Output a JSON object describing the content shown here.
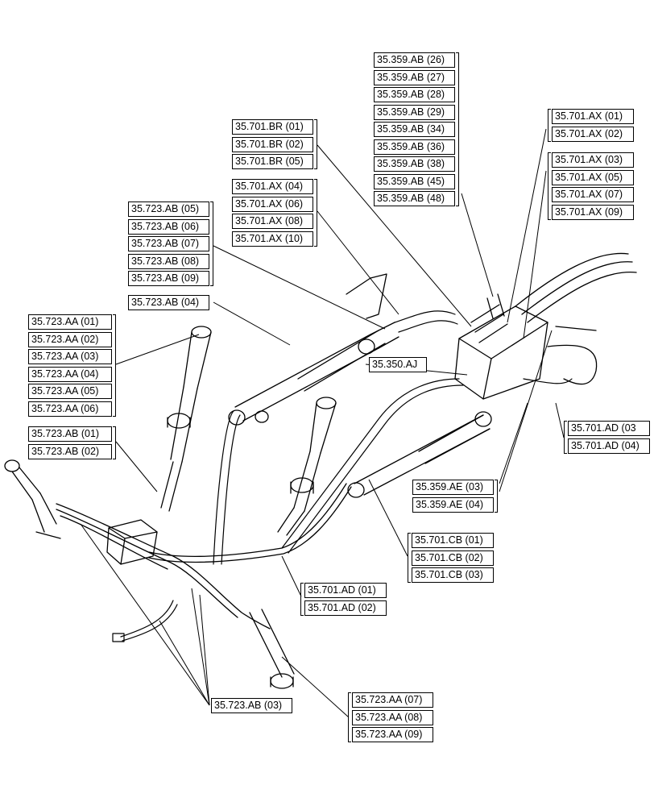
{
  "diagram": {
    "groups": [
      {
        "id": "g_359ab",
        "labels": [
          "35.359.AB (26)",
          "35.359.AB (27)",
          "35.359.AB (28)",
          "35.359.AB (29)",
          "35.359.AB (34)",
          "35.359.AB (36)",
          "35.359.AB (38)",
          "35.359.AB (45)",
          "35.359.AB (48)"
        ]
      },
      {
        "id": "g_701ax_a",
        "labels": [
          "35.701.AX (01)",
          "35.701.AX (02)"
        ]
      },
      {
        "id": "g_701ax_b",
        "labels": [
          "35.701.AX (03)",
          "35.701.AX (05)",
          "35.701.AX (07)",
          "35.701.AX (09)"
        ]
      },
      {
        "id": "g_701br",
        "labels": [
          "35.701.BR (01)",
          "35.701.BR (02)",
          "35.701.BR (05)"
        ]
      },
      {
        "id": "g_701ax_c",
        "labels": [
          "35.701.AX (04)",
          "35.701.AX (06)",
          "35.701.AX (08)",
          "35.701.AX (10)"
        ]
      },
      {
        "id": "g_723ab_a",
        "labels": [
          "35.723.AB (05)",
          "35.723.AB (06)",
          "35.723.AB (07)",
          "35.723.AB (08)",
          "35.723.AB (09)"
        ]
      },
      {
        "id": "g_723ab_04",
        "labels": [
          "35.723.AB (04)"
        ]
      },
      {
        "id": "g_723aa_a",
        "labels": [
          "35.723.AA (01)",
          "35.723.AA (02)",
          "35.723.AA (03)",
          "35.723.AA (04)",
          "35.723.AA (05)",
          "35.723.AA (06)"
        ]
      },
      {
        "id": "g_350aj",
        "labels": [
          "35.350.AJ"
        ]
      },
      {
        "id": "g_723ab_b",
        "labels": [
          "35.723.AB (01)",
          "35.723.AB (02)"
        ]
      },
      {
        "id": "g_701ad_a",
        "labels": [
          "35.701.AD (03",
          "35.701.AD (04)"
        ]
      },
      {
        "id": "g_359ae",
        "labels": [
          "35.359.AE (03)",
          "35.359.AE (04)"
        ]
      },
      {
        "id": "g_701cb",
        "labels": [
          "35.701.CB (01)",
          "35.701.CB (02)",
          "35.701.CB (03)"
        ]
      },
      {
        "id": "g_701ad_b",
        "labels": [
          "35.701.AD (01)",
          "35.701.AD (02)"
        ]
      },
      {
        "id": "g_723ab_03",
        "labels": [
          "35.723.AB (03)"
        ]
      },
      {
        "id": "g_723aa_b",
        "labels": [
          "35.723.AA (07)",
          "35.723.AA (08)",
          "35.723.AA (09)"
        ]
      }
    ]
  }
}
